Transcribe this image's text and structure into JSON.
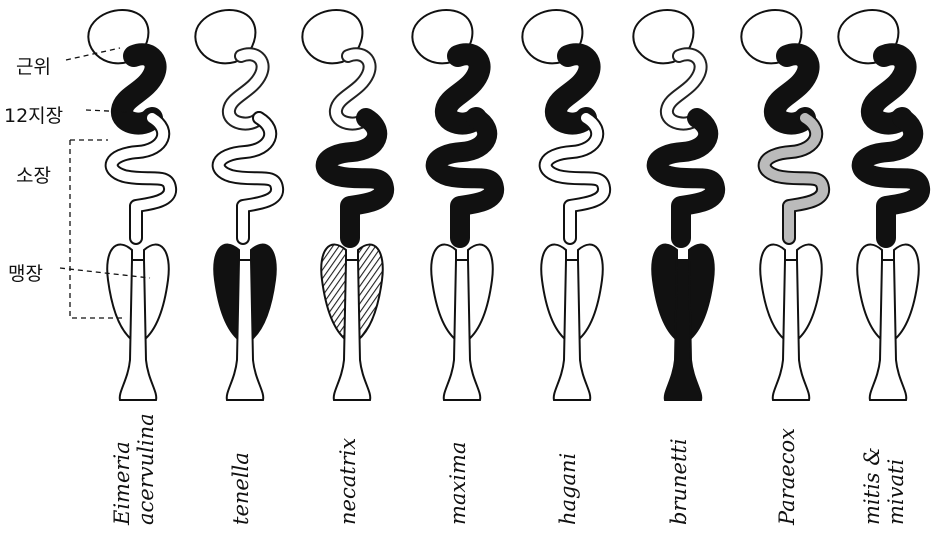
{
  "anatomy_labels": {
    "gizzard": "근위",
    "duodenum": "12지장",
    "small_intestine": "소장",
    "cecum": "맹장"
  },
  "species": [
    {
      "lines": [
        "Eimeria",
        "acervulina"
      ],
      "shade": {
        "duodenum": 1,
        "small": 0,
        "cecum": 0
      }
    },
    {
      "lines": [
        "tenella"
      ],
      "shade": {
        "duodenum": 0,
        "small": 0,
        "cecum": 1
      }
    },
    {
      "lines": [
        "necatrix"
      ],
      "shade": {
        "duodenum": 0.35,
        "small": 1,
        "cecum": 0.6
      }
    },
    {
      "lines": [
        "maxima"
      ],
      "shade": {
        "duodenum": 1,
        "small": 1,
        "cecum": 0.2
      }
    },
    {
      "lines": [
        "hagani"
      ],
      "shade": {
        "duodenum": 1,
        "small": 0,
        "cecum": 0
      }
    },
    {
      "lines": [
        "brunetti"
      ],
      "shade": {
        "duodenum": 0,
        "small": 1,
        "cecum": 1
      }
    },
    {
      "lines": [
        "Paraecox"
      ],
      "shade": {
        "duodenum": 1,
        "small": 0.4,
        "cecum": 0
      }
    },
    {
      "lines": [
        "mitis &",
        "mivati"
      ],
      "shade": {
        "duodenum": 1,
        "small": 1,
        "cecum": 0.2
      }
    }
  ],
  "colors": {
    "ink": "#111111",
    "paper": "#ffffff",
    "hatch": "#333333"
  }
}
